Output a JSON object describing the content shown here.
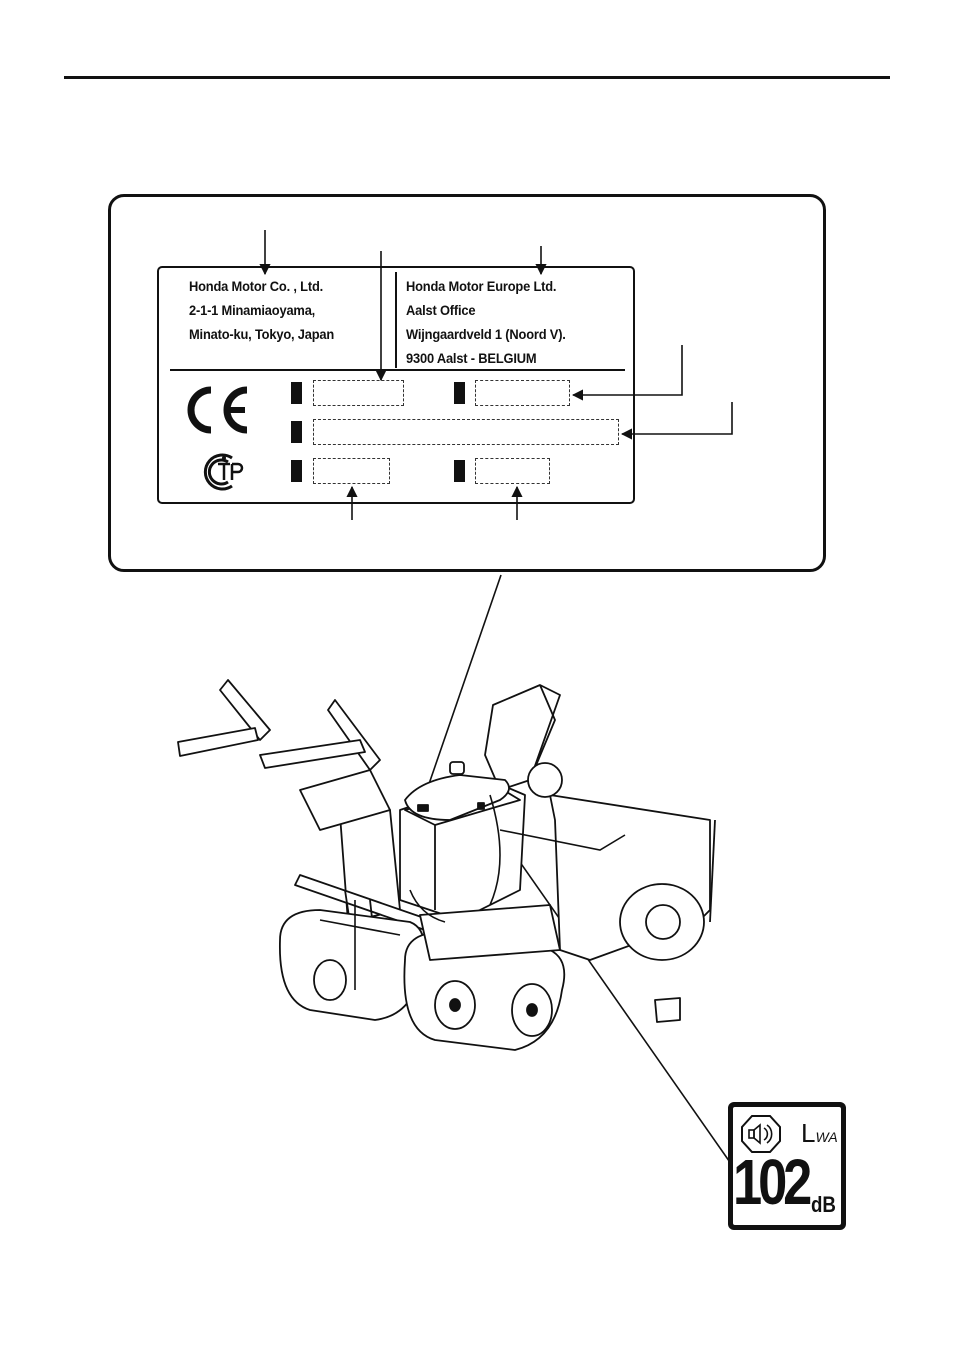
{
  "label_plate": {
    "manufacturer": {
      "name": "Honda Motor Co. , Ltd.",
      "address_line1": "2-1-1 Minamiaoyama,",
      "address_line2": "Minato-ku, Tokyo, Japan"
    },
    "representative": {
      "name": "Honda Motor Europe Ltd.",
      "office": "Aalst Office",
      "address_line1": "Wijngaardveld 1 (Noord V).",
      "address_line2": "9300 Aalst - BELGIUM"
    },
    "marks": [
      "ce-mark-icon",
      "tp-certification-icon"
    ]
  },
  "noise_label": {
    "symbol": "L",
    "symbol_subscript": "WA",
    "value": "102",
    "unit": "dB",
    "icon": "speaker-icon"
  },
  "illustration": {
    "subject": "snow-blower-icon"
  }
}
